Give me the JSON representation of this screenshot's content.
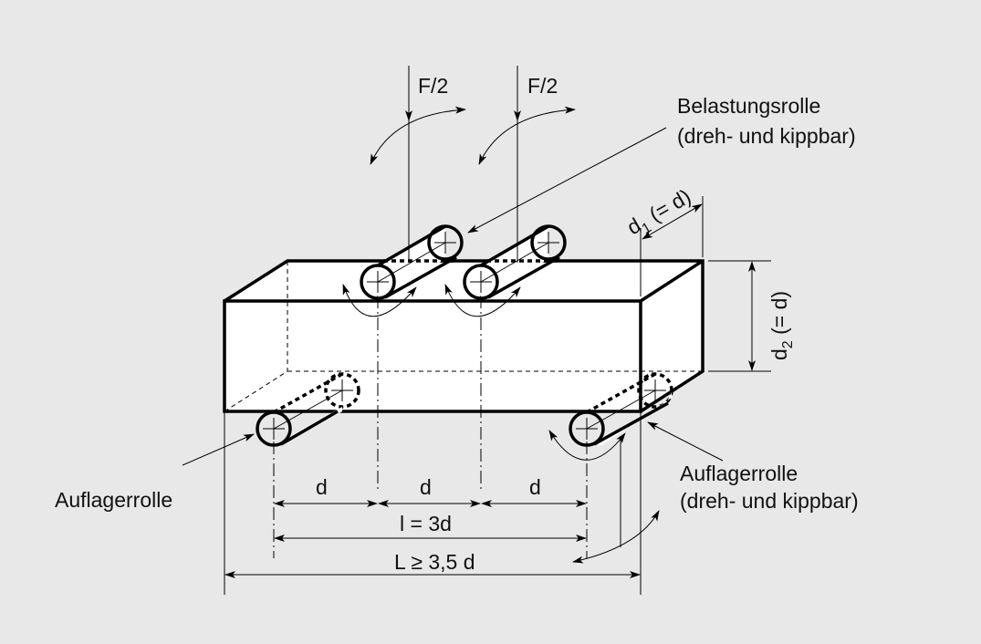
{
  "labels": {
    "force_left": "F/2",
    "force_right": "F/2",
    "load_roller_line1": "Belastungsrolle",
    "load_roller_line2": "(dreh- und kippbar)",
    "support_roller_left": "Auflagerrolle",
    "support_roller_right_line1": "Auflagerrolle",
    "support_roller_right_line2": "(dreh- und kippbar)",
    "d1": "d",
    "d1_sub": "1",
    "d1_note": " (= d)",
    "d2": "d",
    "d2_sub": "2",
    "d2_note": " (= d)",
    "dim_d_1": "d",
    "dim_d_2": "d",
    "dim_d_3": "d",
    "span_l": "l = 3d",
    "length_L": "L ≥ 3,5 d"
  },
  "colors": {
    "background": "#e8e8e8",
    "specimen": "#ffffff",
    "line": "#000000"
  }
}
